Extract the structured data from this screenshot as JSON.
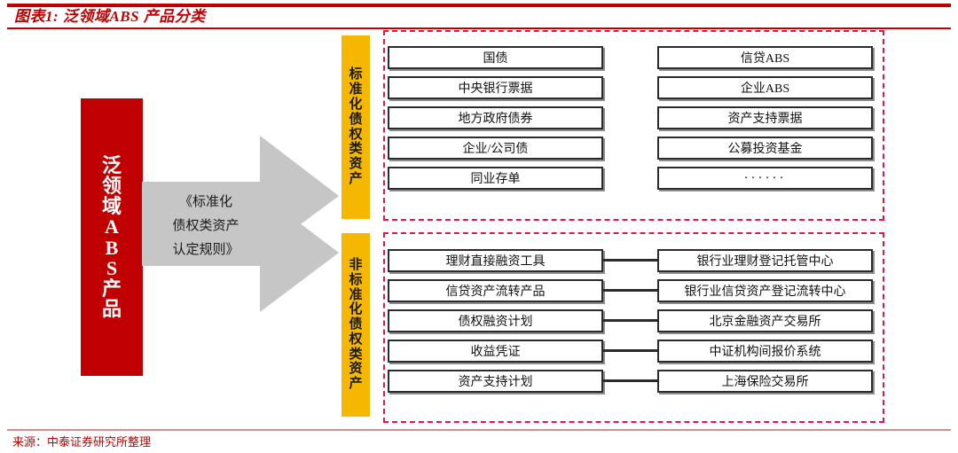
{
  "header": {
    "title": "图表1: 泛领域ABS 产品分类",
    "rule_color": "#c00000"
  },
  "footer": {
    "source": "来源：中泰证券研究所整理"
  },
  "left_banner": {
    "label": "泛领域ABS产品",
    "chars": [
      "泛",
      "领",
      "域",
      "A",
      "B",
      "S",
      "产",
      "品"
    ],
    "color": "#c00000"
  },
  "rule_arrow": {
    "label": "《标准化债权类资产认定规则》",
    "lines": [
      "《标准化",
      "债权类资产",
      "认定规则》"
    ],
    "color": "#c6c6c6"
  },
  "categories": [
    {
      "id": "standardized",
      "label": "标准化债权类资产",
      "chars": [
        "标",
        "准",
        "化",
        "债",
        "权",
        "类",
        "资",
        "产"
      ],
      "color": "#f5b700",
      "border_color": "#e3164b",
      "left_items": [
        "国债",
        "中央银行票据",
        "地方政府债券",
        "企业/公司债",
        "同业存单"
      ],
      "right_items": [
        "信贷ABS",
        "企业ABS",
        "资产支持票据",
        "公募投资基金",
        "······"
      ],
      "has_connectors": false
    },
    {
      "id": "non-standardized",
      "label": "非标准化债权类资产",
      "chars": [
        "非",
        "标",
        "准",
        "化",
        "债",
        "权",
        "类",
        "资",
        "产"
      ],
      "color": "#f5b700",
      "border_color": "#e3164b",
      "left_items": [
        "理财直接融资工具",
        "信贷资产流转产品",
        "债权融资计划",
        "收益凭证",
        "资产支持计划"
      ],
      "right_items": [
        "银行业理财登记托管中心",
        "银行业信贷资产登记流转中心",
        "北京金融资产交易所",
        "中证机构间报价系统",
        "上海保险交易所"
      ],
      "has_connectors": true
    }
  ]
}
